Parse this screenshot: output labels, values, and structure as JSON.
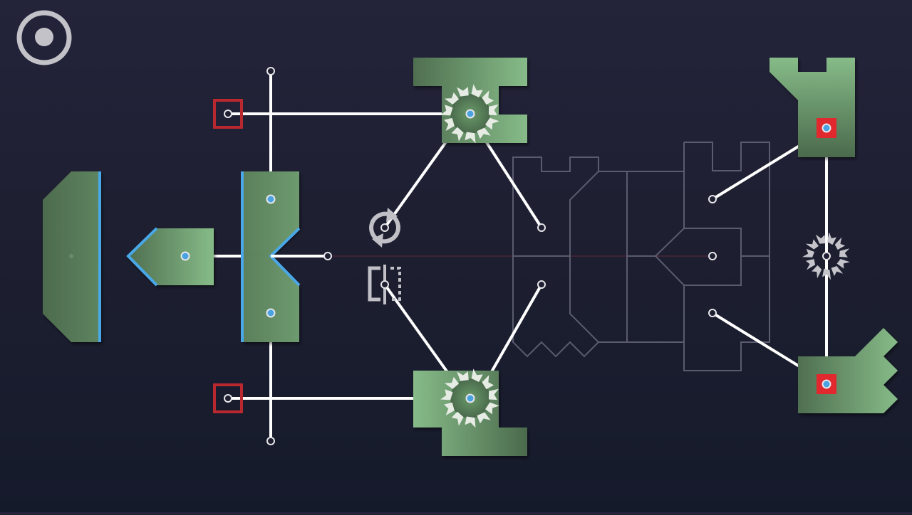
{
  "game": {
    "menu_button": {
      "icon": "target-menu-icon"
    },
    "colors": {
      "background_top": "#23233a",
      "background_bottom": "#151a2b",
      "piece_light": "#86bb88",
      "piece_dark": "#4b6a4c",
      "mirror_edge": "#4aa8e8",
      "pivot_fill": "#4aa3e0",
      "pivot_ring": "#e6e6ea",
      "anchor_red": "#c0282e",
      "link": "#ffffff",
      "outline": "#5a5b6e",
      "axis_line": "#6a2a3a",
      "icon_gray": "#c0c0c6"
    },
    "tools": {
      "rotate": {
        "icon": "rotate-icon"
      },
      "mirror": {
        "icon": "mirror-flip-icon"
      }
    },
    "pieces": [
      {
        "id": "left-large-mirror"
      },
      {
        "id": "arrow-mirror"
      },
      {
        "id": "notched-mirror-top"
      },
      {
        "id": "notched-mirror-bottom"
      },
      {
        "id": "top-gear-block"
      },
      {
        "id": "bottom-gear-block"
      },
      {
        "id": "top-right-tower"
      },
      {
        "id": "bottom-right-claw"
      }
    ],
    "anchors": [
      {
        "id": "anchor-top-left"
      },
      {
        "id": "anchor-bottom-left"
      }
    ],
    "target_outline": {
      "id": "goal-silhouette"
    }
  }
}
